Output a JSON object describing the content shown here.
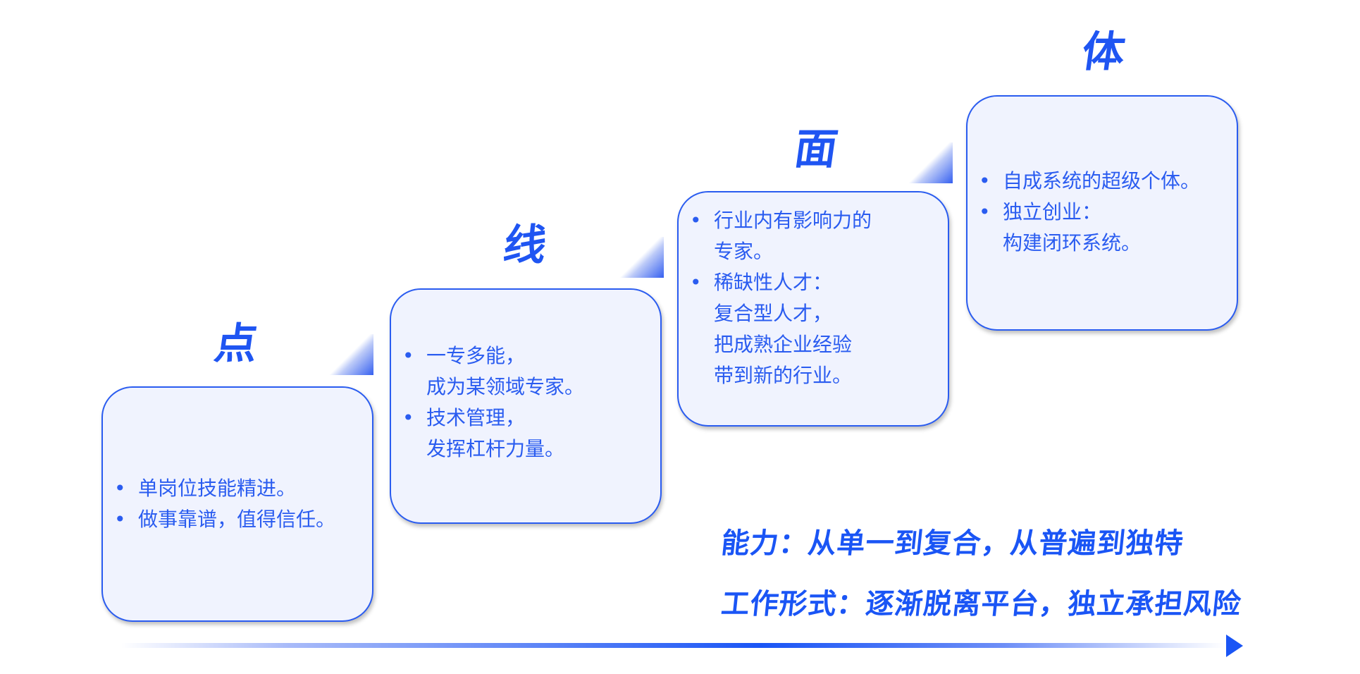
{
  "stages": [
    {
      "title": "点",
      "bullets": [
        [
          "单岗位技能精进。"
        ],
        [
          "做事靠谱，值得信任。"
        ]
      ]
    },
    {
      "title": "线",
      "bullets": [
        [
          "一专多能，",
          "成为某领域专家。"
        ],
        [
          "技术管理，",
          "发挥杠杆力量。"
        ]
      ]
    },
    {
      "title": "面",
      "bullets": [
        [
          "行业内有影响力的",
          "专家。"
        ],
        [
          "稀缺性人才：",
          "复合型人才，",
          "把成熟企业经验",
          "带到新的行业。"
        ]
      ]
    },
    {
      "title": "体",
      "bullets": [
        [
          "自成系统的超级个体。"
        ],
        [
          "独立创业：",
          "构建闭环系统。"
        ]
      ]
    }
  ],
  "summary": {
    "ability": "能力：从单一到复合，从普遍到独特",
    "work_form": "工作形式：逐渐脱离平台，独立承担风险"
  },
  "colors": {
    "accent": "#1f55f2",
    "box_bg": "#f0f3fe",
    "border": "#2a5cf0"
  }
}
